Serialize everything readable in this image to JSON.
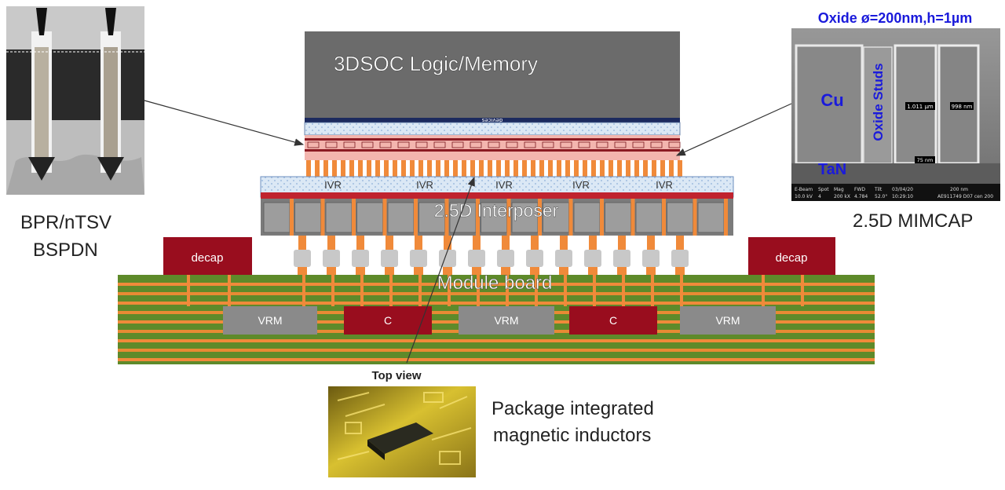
{
  "diagram": {
    "chip_label": "3DSOC Logic/Memory",
    "devices_label": "devices",
    "interposer_label": "2.5D Interposer",
    "ivr_labels": [
      "IVR",
      "IVR",
      "IVR",
      "IVR",
      "IVR"
    ],
    "board_label": "Module board",
    "decap_labels": [
      "decap",
      "decap"
    ],
    "board_components": [
      {
        "type": "VRM",
        "label": "VRM"
      },
      {
        "type": "C",
        "label": "C"
      },
      {
        "type": "VRM",
        "label": "VRM"
      },
      {
        "type": "C",
        "label": "C"
      },
      {
        "type": "VRM",
        "label": "VRM"
      }
    ],
    "top_view_label": "Top view",
    "colors": {
      "chip": "#6b6b6b",
      "interconnect_orange": "#f08a3a",
      "board_green": "#5e8a2a",
      "decap_red": "#990d1e",
      "vrm_gray": "#8a8a8a",
      "interposer_blue": "#d9e6f5",
      "sem_label_blue": "#1a1adb"
    }
  },
  "captions": {
    "bpr_line1": "BPR/nTSV",
    "bpr_line2": "BSPDN",
    "mimcap": "2.5D MIMCAP",
    "inductor_line1": "Package integrated",
    "inductor_line2": "magnetic inductors"
  },
  "sem_image": {
    "title": "Oxide ø=200nm,h=1µm",
    "cu_label": "Cu",
    "studs_label": "Oxide Studs",
    "tan_label": "TaN",
    "meas_1": "1.011 µm",
    "meas_2": "998 nm",
    "meas_3": "75 nm",
    "footer": [
      "E-Beam",
      "Spot",
      "Mag",
      "FWD",
      "Tilt",
      "03/04/20",
      "200 nm"
    ],
    "footer_values": [
      "10.0 kV",
      "4",
      "200 kX",
      "4.784",
      "52.0°",
      "10:29:10",
      "AE911749 D07 cen 200"
    ]
  }
}
